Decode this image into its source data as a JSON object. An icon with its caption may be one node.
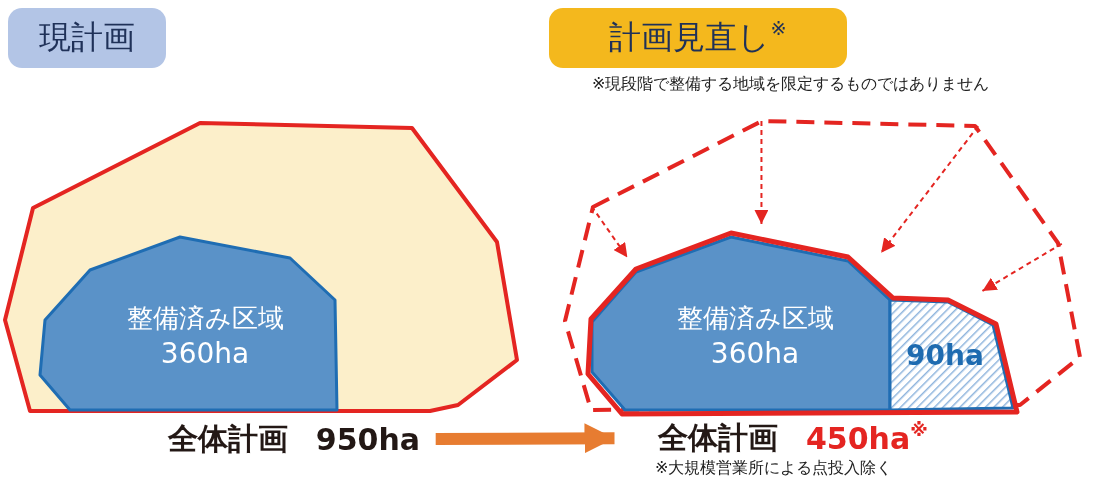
{
  "diagram": {
    "nodes": [
      {
        "text": [
          "現計画"
        ]
      },
      {
        "text": [
          "計画見直し$^{※}$"
        ],
        "beside": [
          "※現段階で整備する地域を限定するものではありません"
        ]
      },
      {
        "text": [],
        "shape": "polygon"
      },
      {
        "text": [
          "整備済み区域",
          "360ha"
        ],
        "in": 2
      },
      {
        "text": [],
        "shape": "polygon"
      },
      {
        "text": [],
        "shape": "polygon",
        "in": 4
      },
      {
        "text": [
          "整備済み区域",
          "360ha"
        ],
        "in": 5
      },
      {
        "text": [
          "90ha"
        ],
        "in": 5
      },
      {
        "text": [
          "全体計画",
          "950ha"
        ]
      },
      {
        "text": [
          "全体計画",
          "450ha$^{※}$"
        ]
      }
    ],
    "edges": [
      {
        "from": 4,
        "to": 5,
        "arrow": "to",
        "style": "dashed"
      },
      {
        "from": 4,
        "to": 5,
        "arrow": "to",
        "style": "dashed"
      },
      {
        "from": 4,
        "to": 5,
        "arrow": "to",
        "style": "dashed"
      },
      {
        "from": 4,
        "to": 5,
        "arrow": "to",
        "style": "dashed"
      },
      {
        "from": 8,
        "to": 9,
        "arrow": "to",
        "style": "thick",
        "color": "#e77c31"
      }
    ],
    "labels": [
      "※大規模営業所による点投入除く"
    ]
  }
}
